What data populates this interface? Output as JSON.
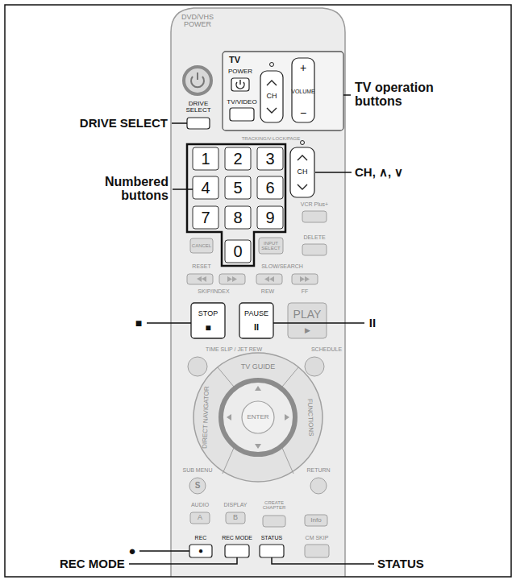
{
  "diagram": {
    "labels": [
      "DVD/VHS POWER",
      "DRIVE SELECT",
      "TV",
      "POWER",
      "TV/VIDEO",
      "CH",
      "VOLUME",
      "+",
      "−",
      "TRACKING/V-LOCK/PAGE",
      "CH",
      "1",
      "2",
      "3",
      "4",
      "5",
      "6",
      "7",
      "8",
      "9",
      "0",
      "VCR Plus+",
      "CANCEL",
      "INPUT SELECT",
      "DELETE",
      "RESET",
      "SLOW/SEARCH",
      "SKIP/INDEX",
      "REW",
      "FF",
      "STOP",
      "■",
      "PAUSE",
      "II",
      "PLAY",
      "▶",
      "TIME SLIP / JET REW",
      "SCHEDULE",
      "TV GUIDE",
      "DIRECT NAVIGATOR",
      "FUNCTIONS",
      "ENTER",
      "SUB MENU",
      "S",
      "RETURN",
      "AUDIO",
      "A",
      "DISPLAY",
      "B",
      "CREATE CHAPTER",
      "Info",
      "REC",
      "●",
      "REC MODE",
      "STATUS",
      "CM SKIP",
      "TV operation buttons",
      "DRIVE SELECT",
      "Numbered buttons",
      "CH, ∧, ∨",
      "■",
      "II",
      "●",
      "REC MODE",
      "STATUS"
    ]
  }
}
